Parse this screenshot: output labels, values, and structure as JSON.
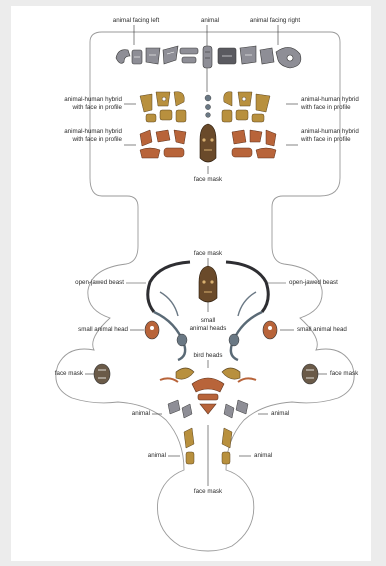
{
  "labels": {
    "animal_facing_left": "animal facing left",
    "animal": "animal",
    "animal_facing_right": "animal facing right",
    "hybrid_top_left_1": "animal-human hybrid",
    "hybrid_top_left_2": "with face in profile",
    "hybrid_top_right_1": "animal-human hybrid",
    "hybrid_top_right_2": "with face in profile",
    "hybrid_bottom_left_1": "animal-human hybrid",
    "hybrid_bottom_left_2": "with face in profile",
    "hybrid_bottom_right_1": "animal-human hybrid",
    "hybrid_bottom_right_2": "with face in profile",
    "face_mask_upper": "face mask",
    "face_mask_middle": "face mask",
    "open_jawed_beast_left": "open-jawed beast",
    "open_jawed_beast_right": "open-jawed beast",
    "small_animal_head_left": "small animal head",
    "small_animal_head_right": "small animal head",
    "small_animal_heads_1": "small",
    "small_animal_heads_2": "animal heads",
    "bird_heads": "bird heads",
    "face_mask_left": "face mask",
    "face_mask_right": "face mask",
    "animal_left_upper": "animal",
    "animal_right_upper": "animal",
    "animal_left_lower": "animal",
    "animal_right_lower": "animal",
    "face_mask_bottom": "face mask"
  },
  "colors": {
    "page_bg": "#ececec",
    "panel_bg": "#ffffff",
    "outline": "#9a9a9a",
    "leader_line": "#333333",
    "motif_gray": "#8e8e96",
    "motif_dark": "#3a3a3a",
    "motif_gold": "#b8903e",
    "motif_rust": "#b8643a",
    "motif_brown": "#6a4a2a",
    "motif_bluegray": "#6a7884"
  }
}
